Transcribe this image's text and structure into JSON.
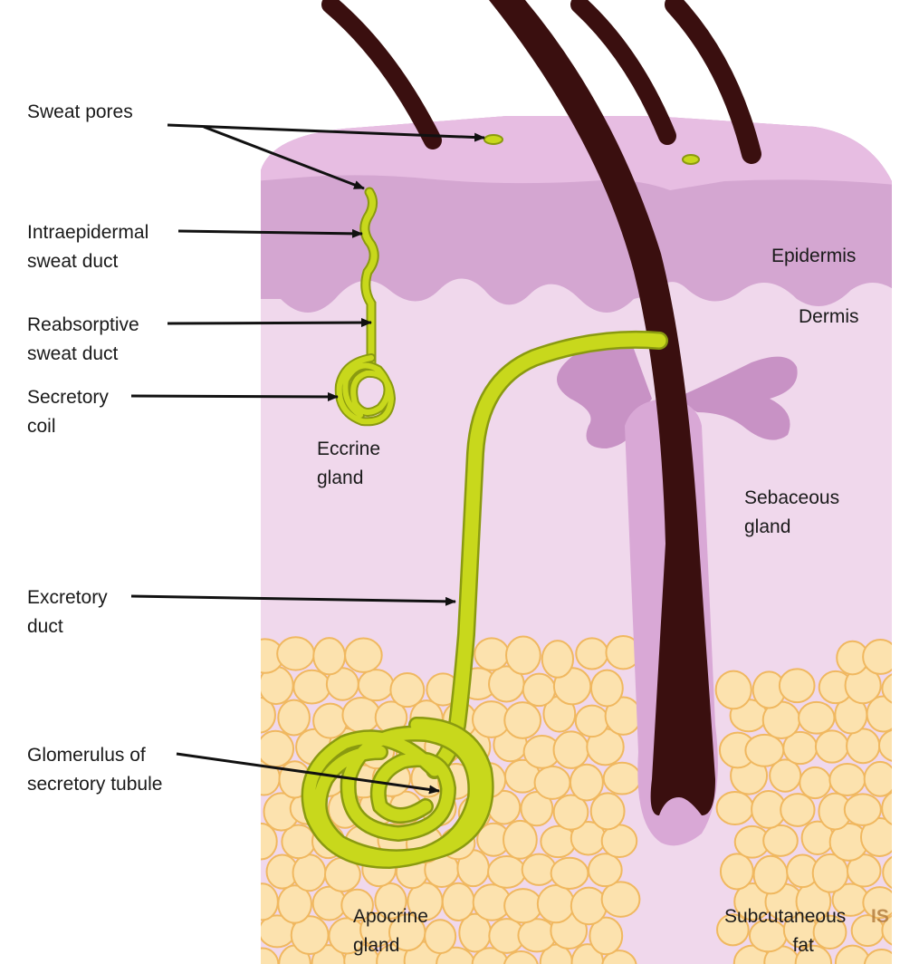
{
  "labels": {
    "sweat_pores": "Sweat pores",
    "intraepidermal": [
      "Intraepidermal",
      "sweat duct"
    ],
    "reabsorptive": [
      "Reabsorptive",
      "sweat duct"
    ],
    "secretory_coil": [
      "Secretory",
      "coil"
    ],
    "eccrine": [
      "Eccrine",
      "gland"
    ],
    "excretory": [
      "Excretory",
      "duct"
    ],
    "glomerulus": [
      "Glomerulus of",
      "secretory tubule"
    ],
    "apocrine": [
      "Apocrine",
      "gland"
    ],
    "epidermis": "Epidermis",
    "dermis": "Dermis",
    "sebaceous": [
      "Sebaceous",
      "gland"
    ],
    "subcutaneous": [
      "Subcutaneous",
      "fat"
    ],
    "watermark_fragment": "IS"
  },
  "colors": {
    "epidermis": "#d4a6d1",
    "dermis": "#f0d8ec",
    "hair": "#3a0f0f",
    "gland": "#c8d81c",
    "gland_outline": "#8a9a10",
    "fat": "#fce2ae",
    "fat_outline": "#f0b860",
    "arrow": "#111111"
  }
}
